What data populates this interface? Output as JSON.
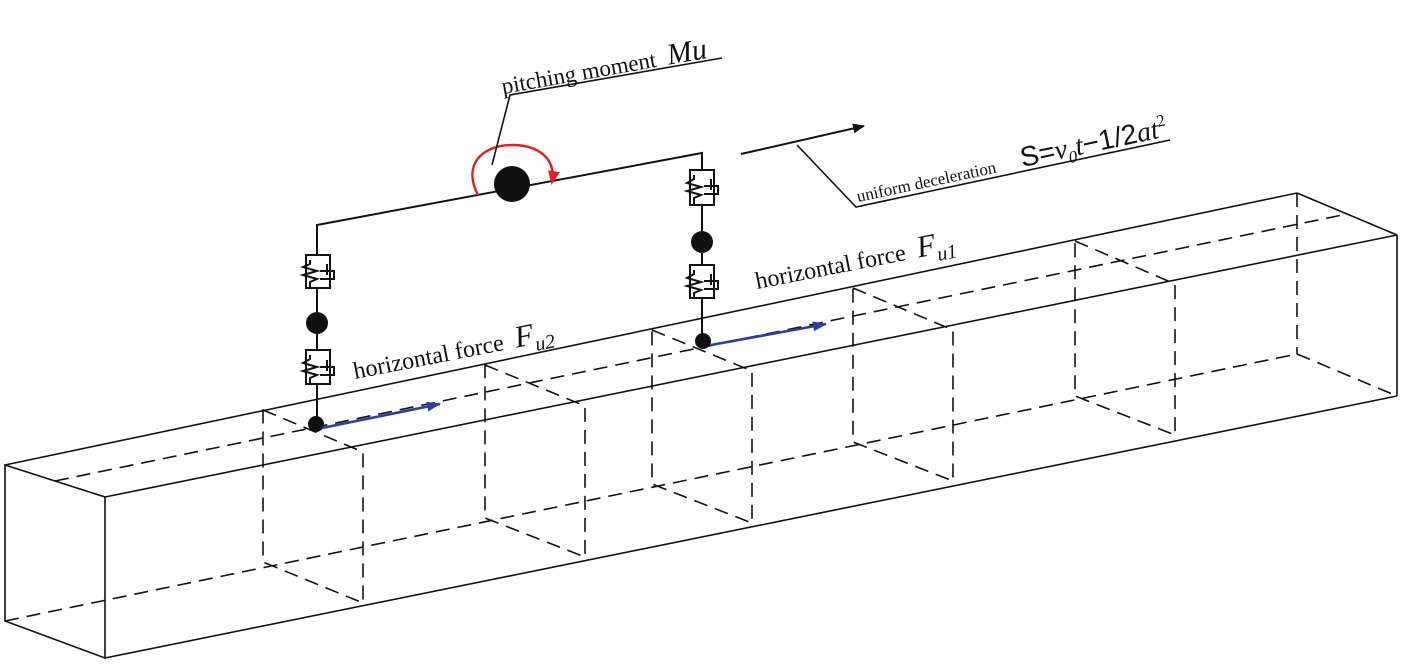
{
  "labels": {
    "pitching": "pitching moment",
    "pitching_sym": "Mu",
    "decel": "uniform deceleration",
    "eq_S": "S=",
    "eq_v": "v",
    "eq_v_sub": "0",
    "eq_t": "t",
    "eq_rest": "−1/2",
    "eq_at": "at",
    "eq_sup": "2",
    "force_text": "horizontal force",
    "force_sym": "F",
    "fu1_sub": "u1",
    "fu2_sub": "u2"
  },
  "colors": {
    "line": "#111111",
    "moment_arrow": "#e02020",
    "force_arrow": "#2b3f9e"
  }
}
